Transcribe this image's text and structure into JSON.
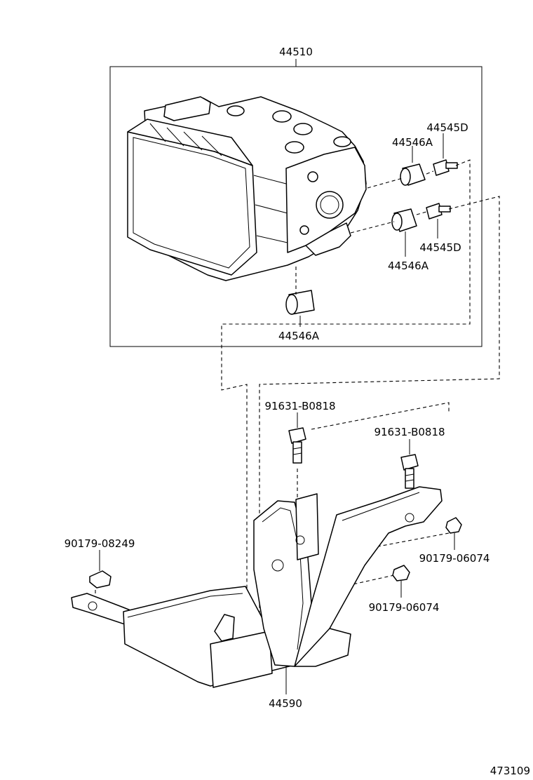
{
  "labels": {
    "abs_actuator": "44510",
    "plug_top": "44546A",
    "bolt_top": "44545D",
    "bolt_mid": "44545D",
    "plug_mid": "44546A",
    "plug_bottom": "44546A",
    "bolt_left": "91631-B0818",
    "bolt_right": "91631-B0818",
    "nut_left": "90179-08249",
    "nut_right_top": "90179-06074",
    "nut_right_bottom": "90179-06074",
    "bracket": "44590",
    "figure_number": "473109"
  }
}
